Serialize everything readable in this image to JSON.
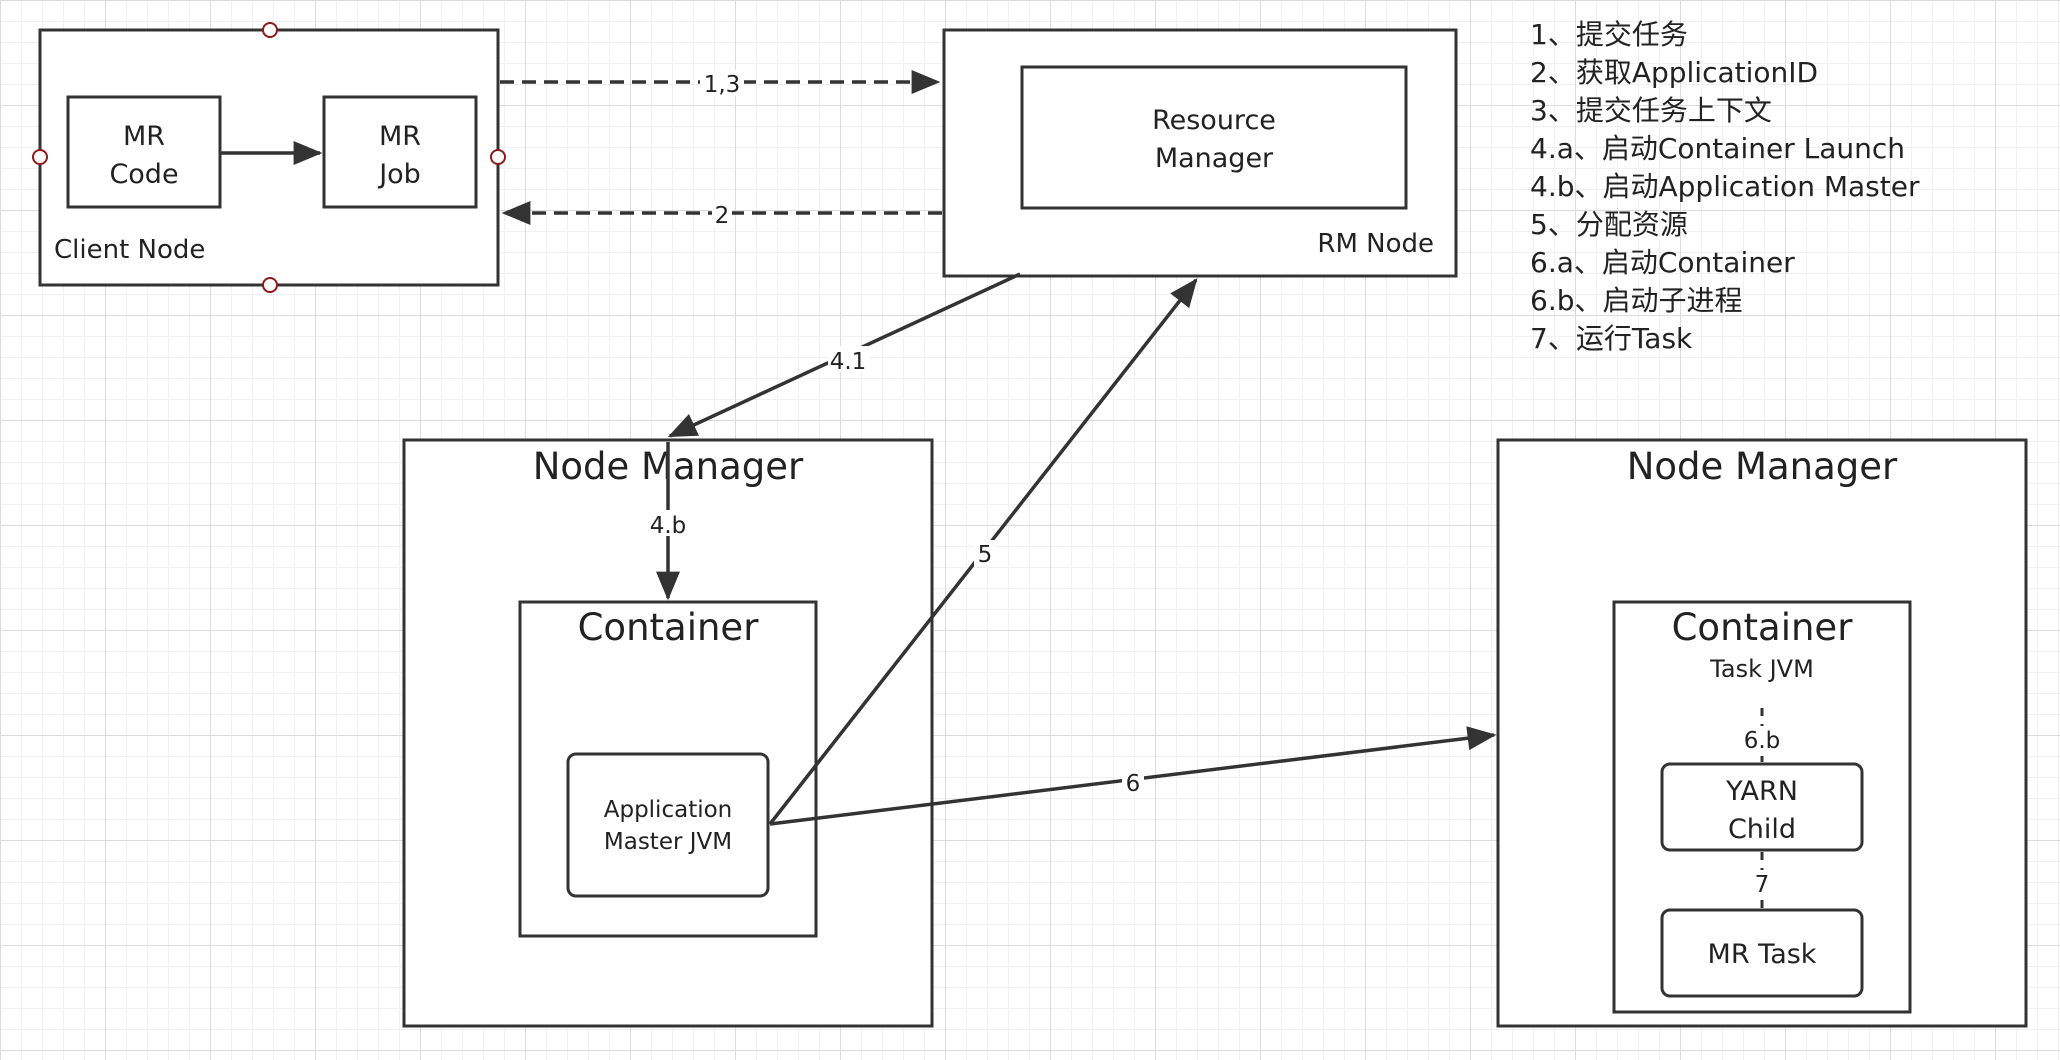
{
  "client": {
    "mr_code": [
      "MR",
      "Code"
    ],
    "mr_job": [
      "MR",
      "Job"
    ],
    "label": "Client Node"
  },
  "rm": {
    "resource_manager": [
      "Resource",
      "Manager"
    ],
    "label": "RM Node"
  },
  "nm_left": {
    "title": "Node Manager",
    "container_title": "Container",
    "app_master": [
      "Application",
      "Master JVM"
    ]
  },
  "nm_right": {
    "title": "Node Manager",
    "container_title": "Container",
    "container_sub": "Task JVM",
    "yarn_child": [
      "YARN",
      "Child"
    ],
    "mr_task": "MR Task"
  },
  "edges": {
    "e13": "1,3",
    "e2": "2",
    "e41": "4.1",
    "e4b": "4.b",
    "e5": "5",
    "e6": "6",
    "e6b": "6.b",
    "e7": "7"
  },
  "legend": [
    "1、提交任务",
    "2、获取ApplicationID",
    "3、提交任务上下文",
    "4.a、启动Container Launch",
    "4.b、启动Application Master",
    "5、分配资源",
    "6.a、启动Container",
    "6.b、启动子进程",
    "7、运行Task"
  ]
}
